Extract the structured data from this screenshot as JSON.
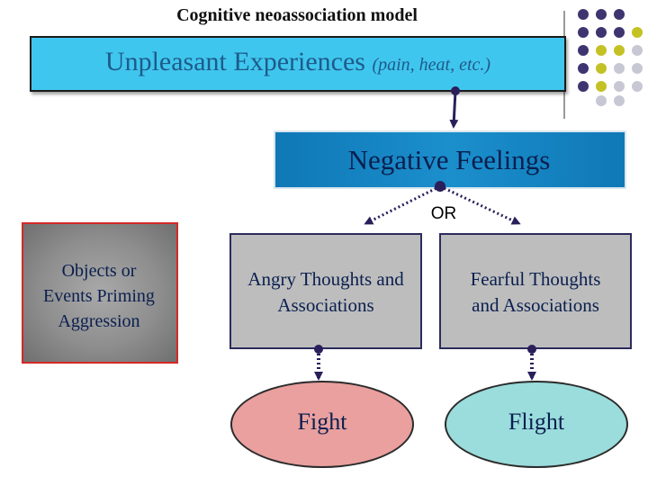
{
  "title": "Cognitive neoassociation model",
  "nodes": {
    "unpleasant": {
      "main": "Unpleasant Experiences",
      "sub": "(pain, heat, etc.)"
    },
    "negative": "Negative Feelings",
    "or_label": "OR",
    "priming": {
      "line1": "Objects or",
      "line2": "Events Priming",
      "line3": "Aggression"
    },
    "angry": {
      "line1": "Angry Thoughts and",
      "line2": "Associations"
    },
    "fearful": {
      "line1": "Fearful Thoughts",
      "line2": "and Associations"
    },
    "fight": "Fight",
    "flight": "Flight"
  },
  "edges": [
    {
      "from": "unpleasant",
      "to": "negative",
      "style": "solid"
    },
    {
      "from": "negative",
      "to": "angry",
      "style": "dotted"
    },
    {
      "from": "negative",
      "to": "fearful",
      "style": "dotted"
    },
    {
      "from": "angry",
      "to": "fight",
      "style": "dotted"
    },
    {
      "from": "fearful",
      "to": "flight",
      "style": "dotted"
    }
  ],
  "colors": {
    "top_box": "#3fc6ee",
    "negative_box": "#1583c2",
    "thought_box": "#bdbdbd",
    "fight": "#e9a09e",
    "flight": "#9bdcdc",
    "priming_border": "#d42828",
    "text": "#0a1f4f",
    "arrow": "#2a1f5a",
    "dot_purple": "#3d3470",
    "dot_olive": "#c4c124",
    "dot_gray": "#c8c8d4"
  }
}
